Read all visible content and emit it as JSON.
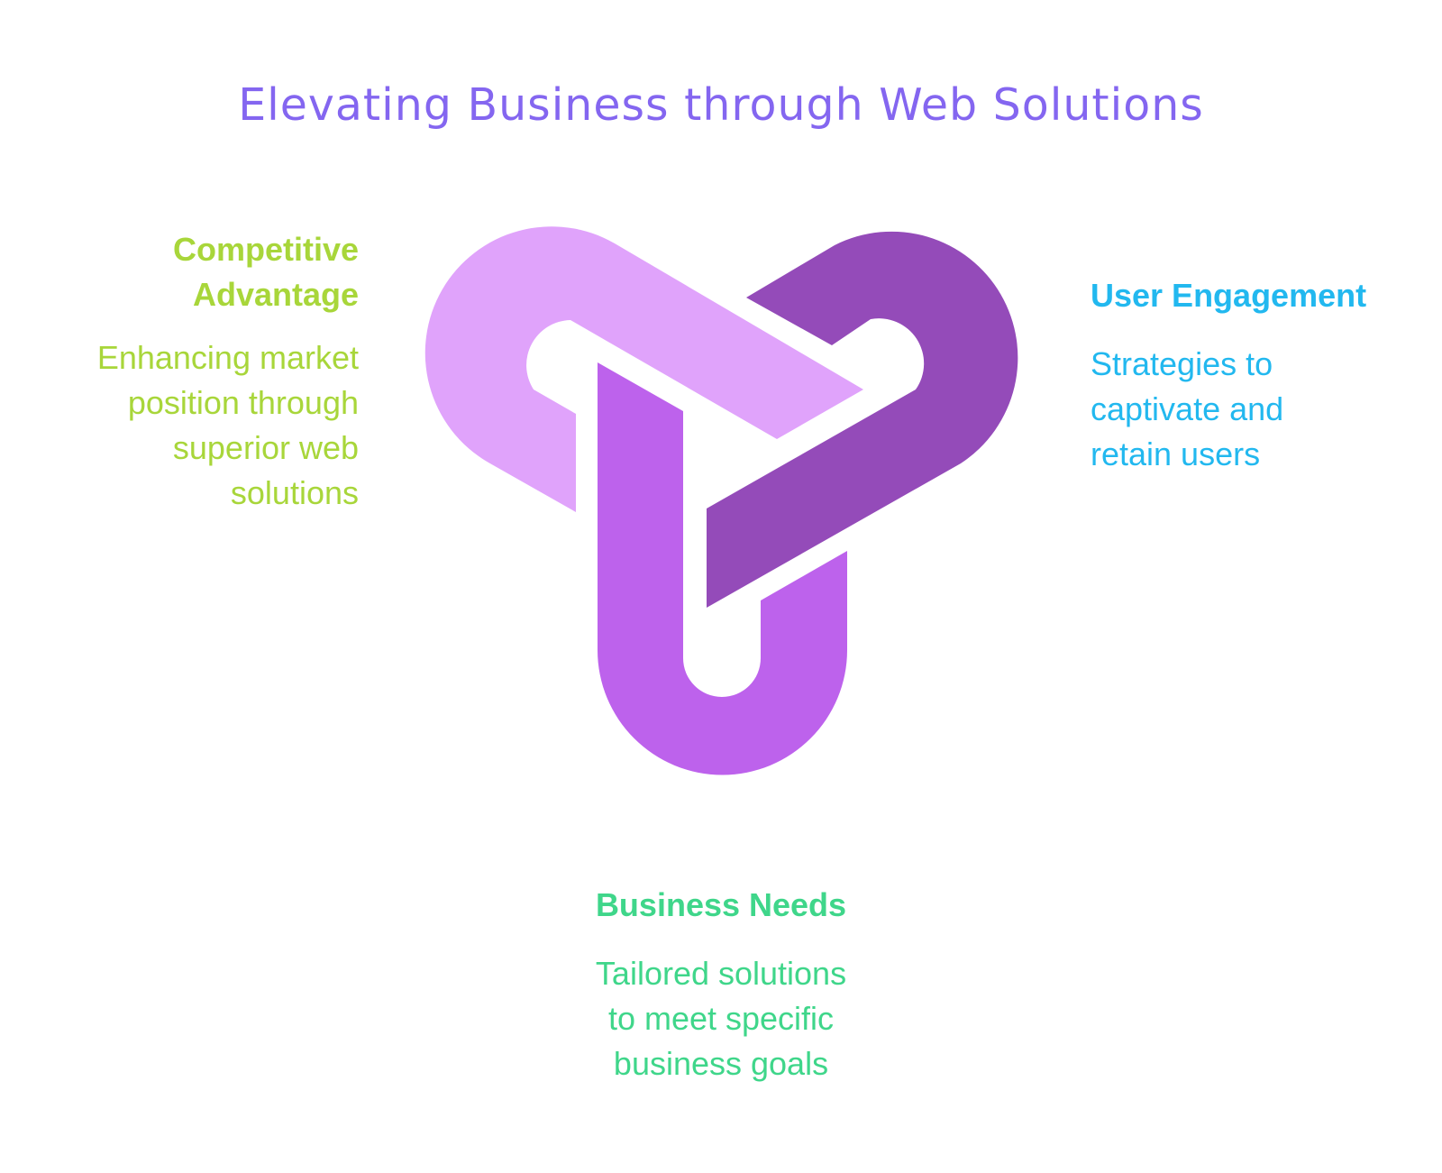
{
  "title": "Elevating Business through Web Solutions",
  "nodes": {
    "competitive_advantage": {
      "heading_lines": [
        "Competitive",
        "Advantage"
      ],
      "description_lines": [
        "Enhancing market",
        "position through",
        "superior web",
        "solutions"
      ],
      "color": "#a8d63a"
    },
    "user_engagement": {
      "heading_lines": [
        "User Engagement"
      ],
      "description_lines": [
        "Strategies to",
        "captivate and",
        "retain users"
      ],
      "color": "#22b8ef"
    },
    "business_needs": {
      "heading_lines": [
        "Business Needs"
      ],
      "description_lines": [
        "Tailored solutions",
        "to meet specific",
        "business goals"
      ],
      "color": "#3fd68a"
    }
  },
  "knot_colors": {
    "left_band": "#e0a3fb",
    "right_band": "#944bb9",
    "bottom_band": "#bd62ec"
  },
  "title_color": "#8466f0"
}
